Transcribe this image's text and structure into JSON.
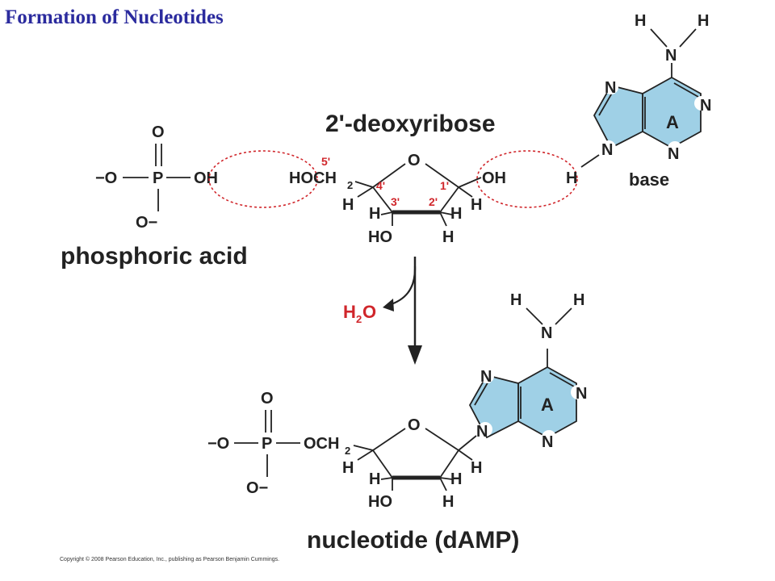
{
  "title": "Formation of Nucleotides",
  "labels": {
    "deoxyribose": "2'-deoxyribose",
    "phosphoric_acid": "phosphoric acid",
    "base": "base",
    "water": "H",
    "water_sub": "2",
    "water_o": "O",
    "product": "nucleotide (dAMP)",
    "base_letter": "A"
  },
  "carbon_numbers": [
    "5'",
    "4'",
    "3'",
    "2'",
    "1'"
  ],
  "atoms": {
    "O": "O",
    "P": "P",
    "OH": "OH",
    "HO": "HO",
    "H": "H",
    "N": "N",
    "neg_O": "−O",
    "O_neg": "O−",
    "HOCH": "HOCH",
    "OCH": "OCH",
    "sub2": "2"
  },
  "copyright": "Copyright © 2008 Pearson Education, Inc., publishing as Pearson Benjamin Cummings."
}
